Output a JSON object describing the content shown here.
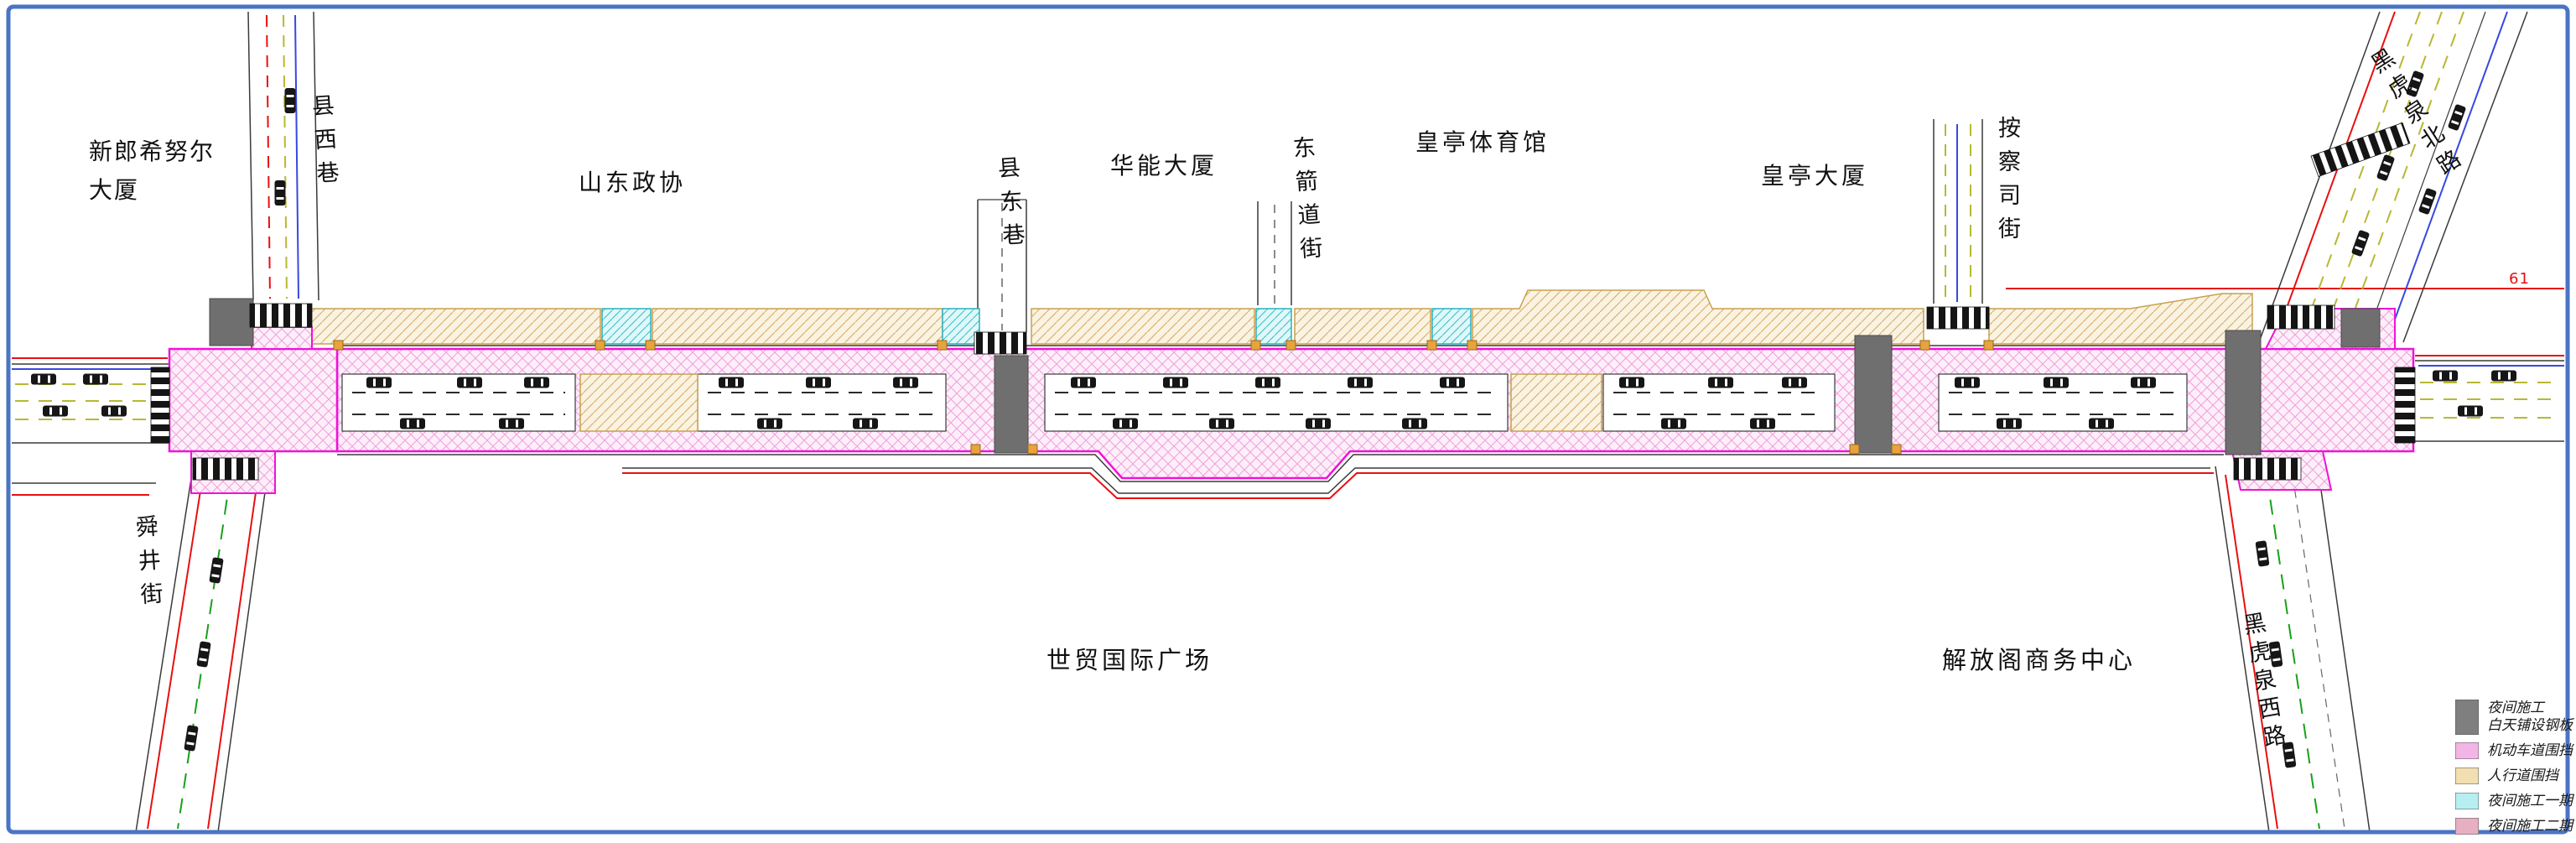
{
  "drawing_labels": {
    "building_xinlang": "新郎希努尔大厦",
    "lane_xianxi": "县西巷",
    "building_shandong_zhengxie": "山东政协",
    "lane_xiandong": "县东巷",
    "building_huaneng": "华能大厦",
    "street_dongjiandao": "东箭道街",
    "building_huangting_gym": "皇亭体育馆",
    "building_huangting_tower": "皇亭大厦",
    "street_anchasi": "按察司街",
    "road_heihuquan_north": "黑虎泉北路",
    "street_shunjing": "舜井街",
    "building_shimao": "世贸国际广场",
    "building_jiefangge": "解放阁商务中心",
    "road_heihuquan_west": "黑虎泉西路",
    "marker_61": "61"
  },
  "legend": {
    "items": [
      {
        "label": "夜间施工",
        "label2": "白天铺设钢板",
        "color": "#7f7f7f"
      },
      {
        "label": "机动车道围挡",
        "color": "#f2b6e6"
      },
      {
        "label": "人行道围挡",
        "color": "#f2deb0"
      },
      {
        "label": "夜间施工一期",
        "color": "#b6eef2"
      },
      {
        "label": "夜间施工二期",
        "color": "#e6afc2"
      }
    ]
  },
  "palette": {
    "frame_blue": "#4a74c4",
    "enclosure_magenta": "#f012d8",
    "pink_fill": "#fdeffa",
    "pink_hatch": "#efa3dc",
    "tan_fill": "#faf3e2",
    "tan_hatch": "#d9b270",
    "tan_stroke": "#c8a050",
    "cyan_fill": "#e0f8f9",
    "cyan_hatch": "#3ac0cc",
    "steel_gray": "#6f6f6f",
    "road_line": "#3a3a3a",
    "red_line": "#e81010",
    "yellow_green_line": "#b8b832",
    "green_line": "#18a018",
    "blue_line": "#3848e0",
    "orange_marker": "#e8a33d"
  }
}
